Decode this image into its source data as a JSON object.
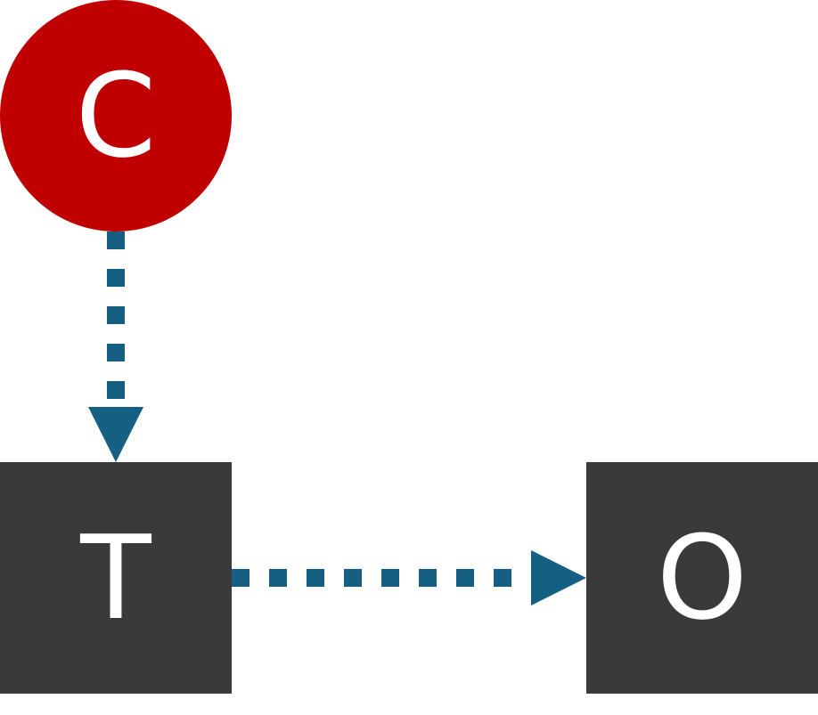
{
  "colors": {
    "circle_fill": "#c00000",
    "box_fill": "#3a3a3a",
    "edge": "#156082",
    "label": "#ffffff"
  },
  "nodes": {
    "c": {
      "label": "C",
      "shape": "circle"
    },
    "t": {
      "label": "T",
      "shape": "square"
    },
    "o": {
      "label": "O",
      "shape": "square"
    }
  },
  "edges": [
    {
      "from": "C",
      "to": "T",
      "style": "dashed"
    },
    {
      "from": "T",
      "to": "O",
      "style": "dashed"
    }
  ]
}
